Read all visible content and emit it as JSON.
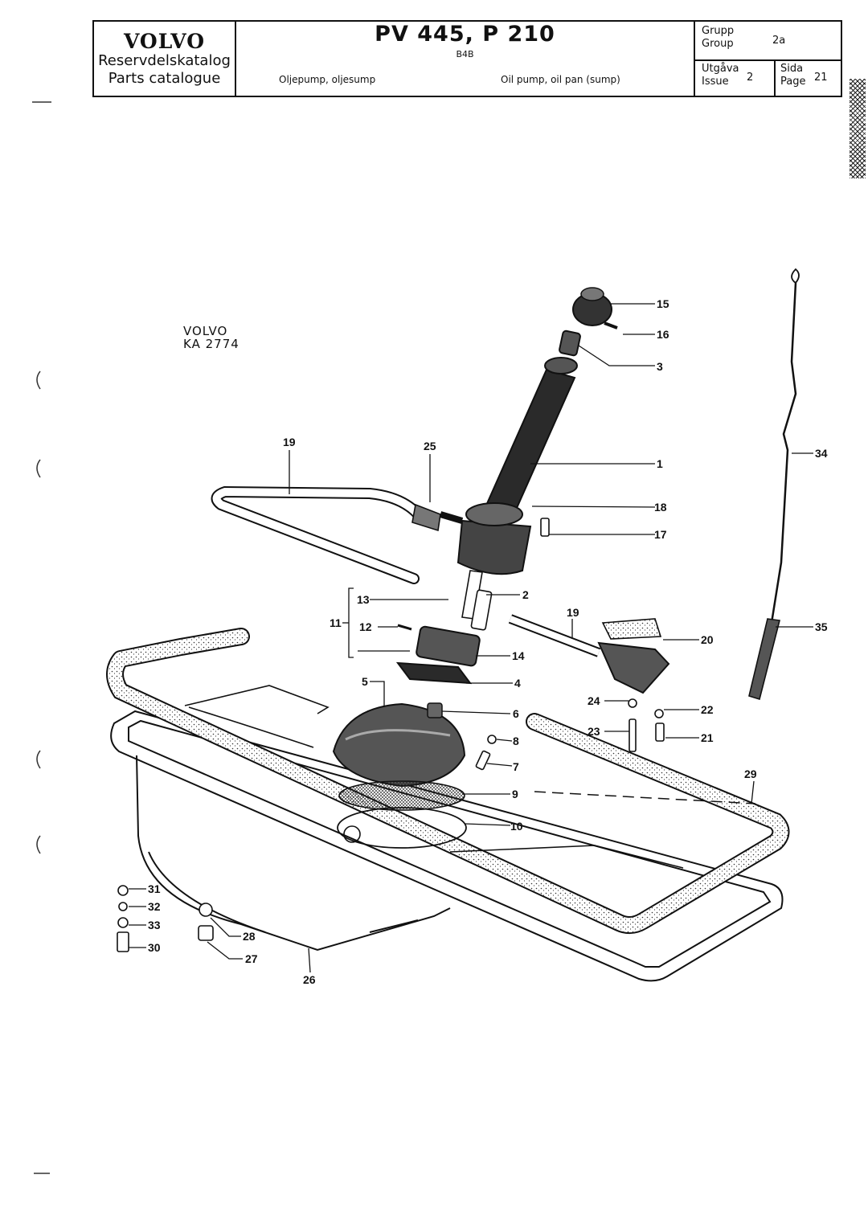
{
  "header": {
    "brand": "VOLVO",
    "catalog_sv": "Reservdelskatalog",
    "catalog_en": "Parts catalogue",
    "title": "PV 445, P 210",
    "engine": "B4B",
    "subject_sv": "Oljepump, oljesump",
    "subject_en": "Oil pump, oil pan (sump)",
    "group_label_sv": "Grupp",
    "group_label_en": "Group",
    "group_value": "2a",
    "issue_label_sv": "Utgåva",
    "issue_label_en": "Issue",
    "issue_value": "2",
    "page_label_sv": "Sida",
    "page_label_en": "Page",
    "page_value": "21"
  },
  "drawing": {
    "ref_line1": "VOLVO",
    "ref_line2": "KA 2774",
    "callouts": {
      "c1": "1",
      "c2": "2",
      "c3": "3",
      "c4": "4",
      "c5": "5",
      "c6": "6",
      "c7": "7",
      "c8": "8",
      "c9": "9",
      "c10": "10",
      "c11": "11",
      "c12": "12",
      "c13": "13",
      "c14": "14",
      "c15": "15",
      "c16": "16",
      "c17": "17",
      "c18": "18",
      "c19a": "19",
      "c19b": "19",
      "c20": "20",
      "c21": "21",
      "c22": "22",
      "c23": "23",
      "c24": "24",
      "c25": "25",
      "c26": "26",
      "c27": "27",
      "c28": "28",
      "c29": "29",
      "c30": "30",
      "c31": "31",
      "c32": "32",
      "c33": "33",
      "c34": "34",
      "c35": "35"
    }
  }
}
